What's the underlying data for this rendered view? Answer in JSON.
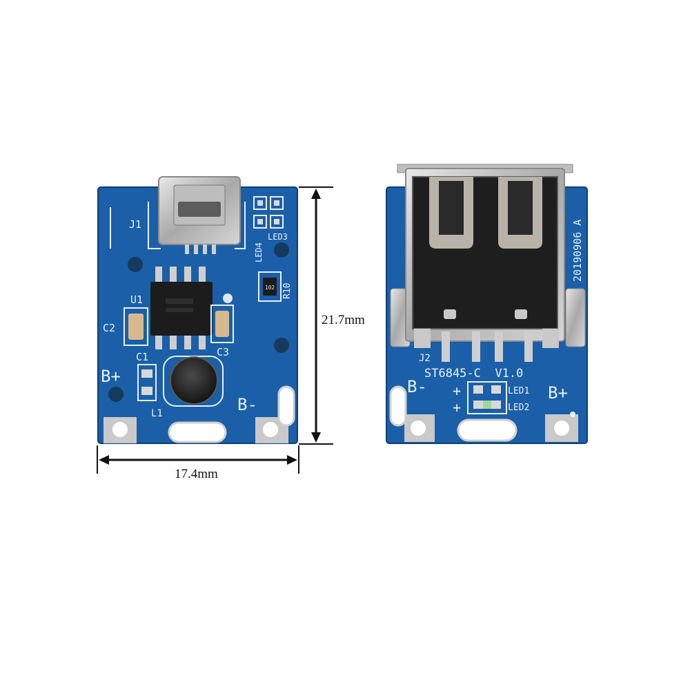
{
  "dimensions": {
    "height": "21.7mm",
    "width": "17.4mm"
  },
  "front_board": {
    "labels": {
      "j1": "J1",
      "u1": "U1",
      "c1": "C1",
      "c2": "C2",
      "c3": "C3",
      "l1": "L1",
      "b_plus": "B+",
      "b_minus": "B-",
      "led4": "LED4",
      "led3": "LED3",
      "r10": "R10",
      "resistor_code": "102"
    }
  },
  "back_board": {
    "labels": {
      "j2": "J2",
      "model": "ST6845-C  V1.0",
      "date_code": "20190906 A",
      "b_minus": "B-",
      "b_plus": "B+",
      "led1": "LED1",
      "led2": "LED2",
      "plus_1": "+",
      "plus_2": "+"
    }
  },
  "colors": {
    "pcb": "#1a5fa8",
    "silkscreen": "#e9f1fb",
    "metal": "#c9c9c9"
  }
}
